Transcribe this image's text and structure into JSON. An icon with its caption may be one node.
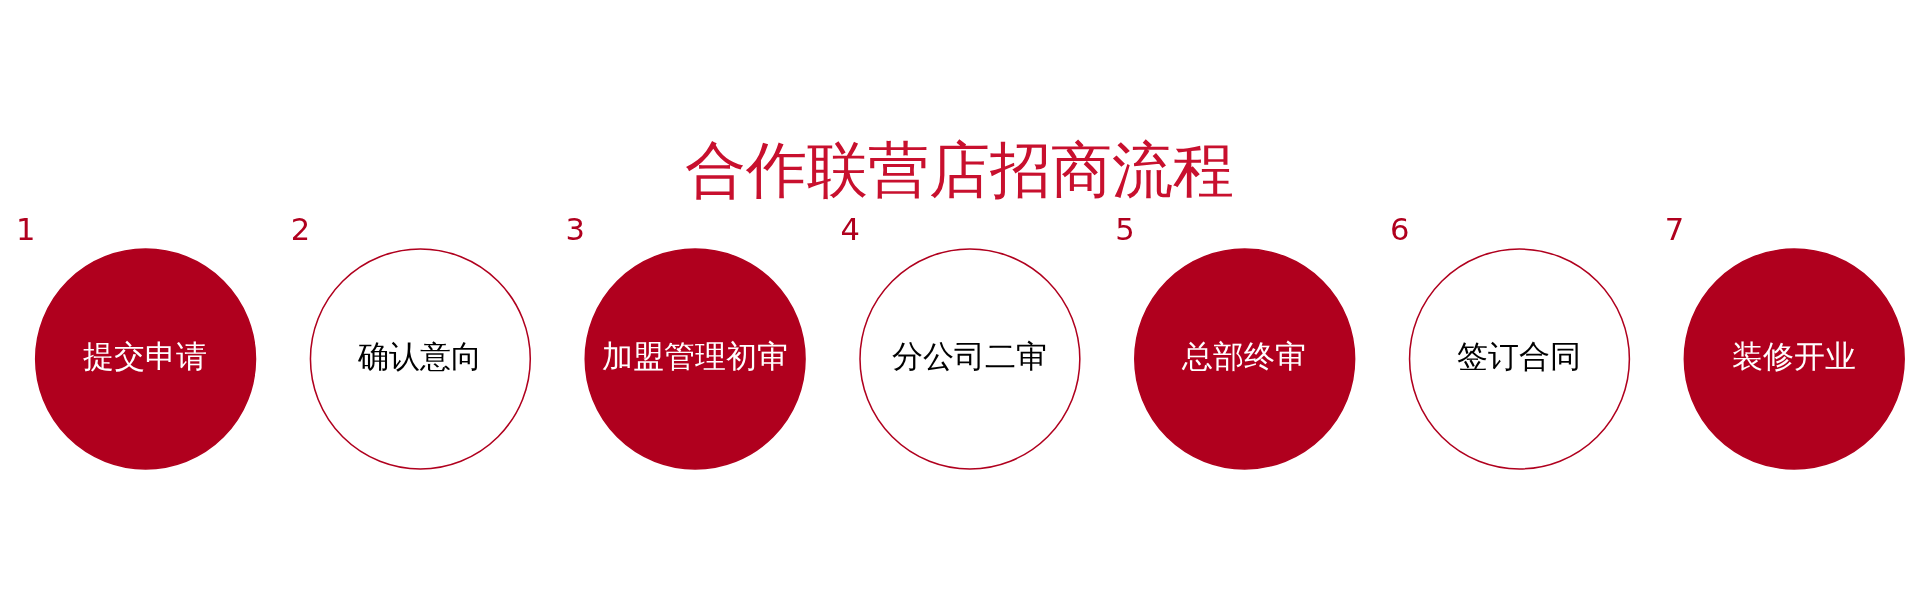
{
  "diagram": {
    "title": "合作联营店招商流程",
    "nodes": [
      {
        "text": [
          "提交申请"
        ],
        "beside": [
          "1"
        ]
      },
      {
        "text": [
          "确认意向"
        ],
        "beside": [
          "2"
        ]
      },
      {
        "text": [
          "加盟管理初审"
        ],
        "beside": [
          "3"
        ]
      },
      {
        "text": [
          "分公司二审"
        ],
        "beside": [
          "4"
        ]
      },
      {
        "text": [
          "总部终审"
        ],
        "beside": [
          "5"
        ]
      },
      {
        "text": [
          "签订合同"
        ],
        "beside": [
          "6"
        ]
      },
      {
        "text": [
          "装修开业"
        ],
        "beside": [
          "7"
        ]
      }
    ]
  }
}
